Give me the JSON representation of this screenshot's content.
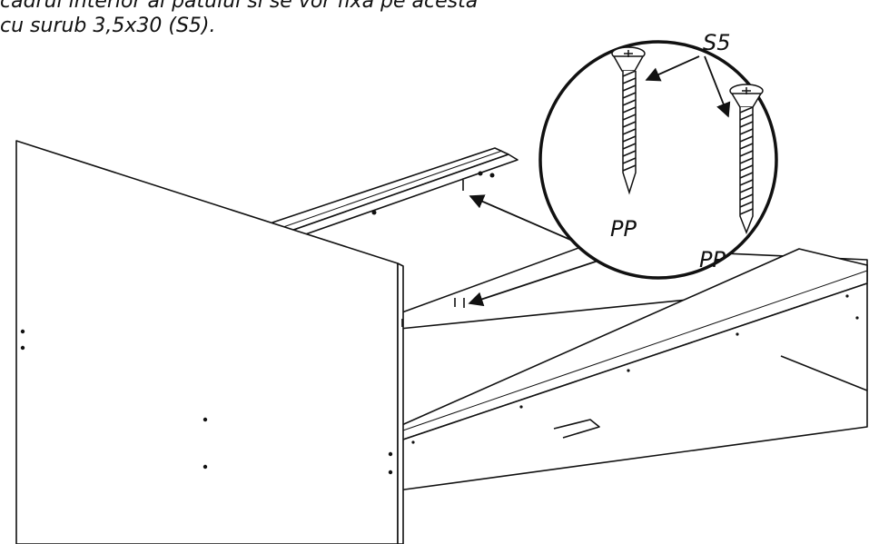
{
  "instructions": {
    "line1": "cadrul interior al patului si se vor fixa pe acesta",
    "line2": "cu surub 3,5x30 (S5)."
  },
  "labels": {
    "screw_code": "S5",
    "pilot_hole_1": "PP",
    "pilot_hole_2": "PP"
  }
}
